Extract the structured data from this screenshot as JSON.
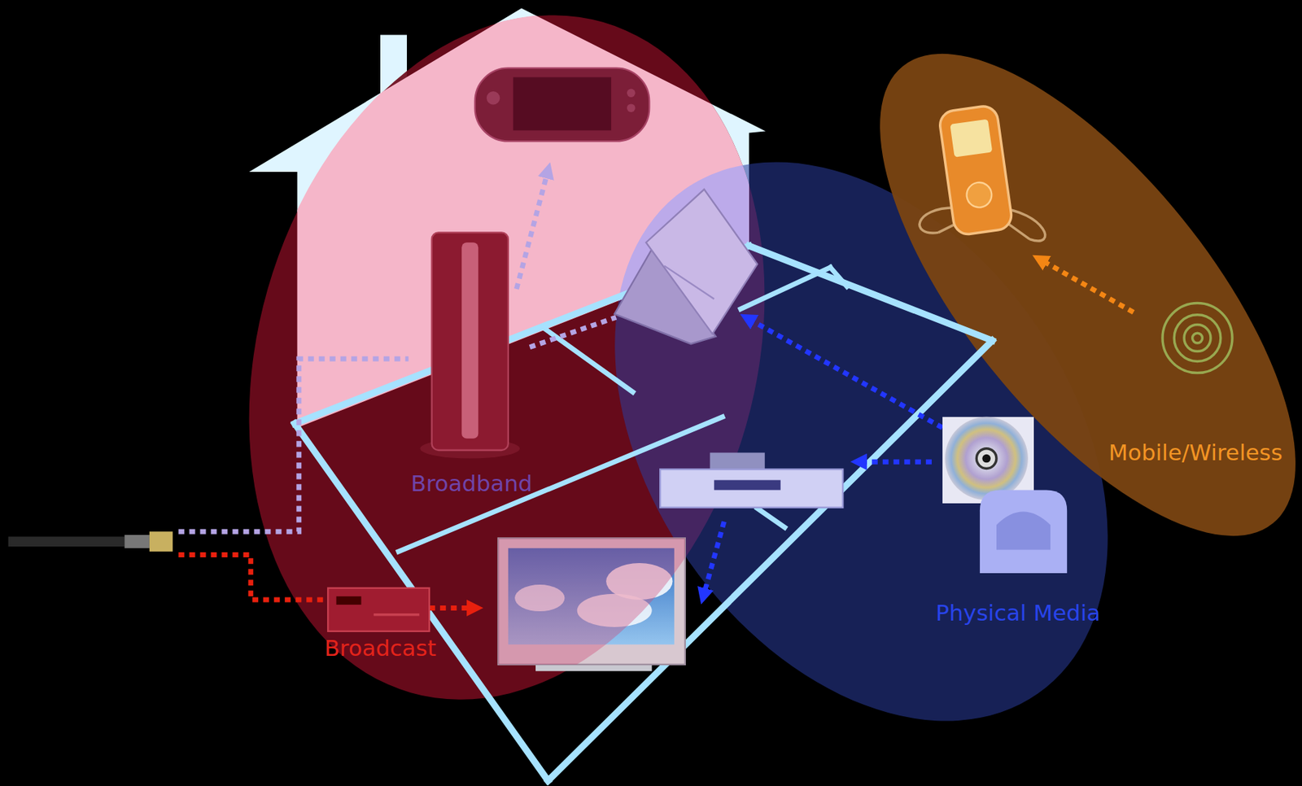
{
  "diagram": {
    "nodes": [
      {
        "text": [
          "Broadband",
          "Broadcast"
        ]
      },
      {
        "text": [
          "Physical Media"
        ]
      },
      {
        "text": [
          "Mobile/Wireless"
        ]
      }
    ]
  }
}
